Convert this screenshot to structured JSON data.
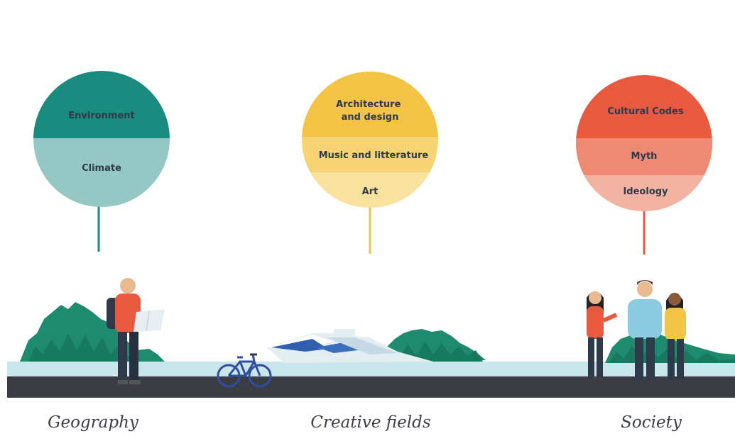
{
  "colors": {
    "geography_top": "#1b8a7f",
    "geography_bottom": "#95c8c4",
    "creative_top": "#f3c346",
    "creative_mid": "#f6d473",
    "creative_bottom": "#f8e29e",
    "society_top": "#e85a40",
    "society_mid": "#ee8a74",
    "society_bottom": "#f3b3a3",
    "water": "#c9e7ea",
    "road": "#3a3d44",
    "trees": "#1e8a6e"
  },
  "categories": [
    {
      "caption": "Geography",
      "segments": [
        {
          "label": "Environment"
        },
        {
          "label": "Climate"
        }
      ]
    },
    {
      "caption": "Creative fields",
      "segments": [
        {
          "label": "Architecture and design",
          "lines": [
            "Architecture",
            "and design"
          ]
        },
        {
          "label": "Music and litterature"
        },
        {
          "label": "Art"
        }
      ]
    },
    {
      "caption": "Society",
      "segments": [
        {
          "label": "Cultural Codes"
        },
        {
          "label": "Myth"
        },
        {
          "label": "Ideology"
        }
      ]
    }
  ]
}
